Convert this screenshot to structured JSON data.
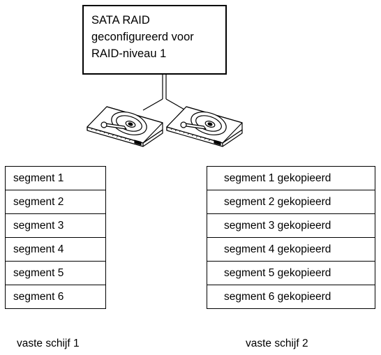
{
  "raid_box": {
    "lines": [
      "SATA RAID",
      "geconfigureerd voor",
      "RAID-niveau 1"
    ]
  },
  "disks": [
    {
      "caption": "vaste schijf 1",
      "segments": [
        "segment 1",
        "segment 2",
        "segment 3",
        "segment 4",
        "segment 5",
        "segment 6"
      ]
    },
    {
      "caption": "vaste schijf 2",
      "segments": [
        "segment 1 gekopieerd",
        "segment 2 gekopieerd",
        "segment 3 gekopieerd",
        "segment 4 gekopieerd",
        "segment 5 gekopieerd",
        "segment 6 gekopieerd"
      ]
    }
  ]
}
